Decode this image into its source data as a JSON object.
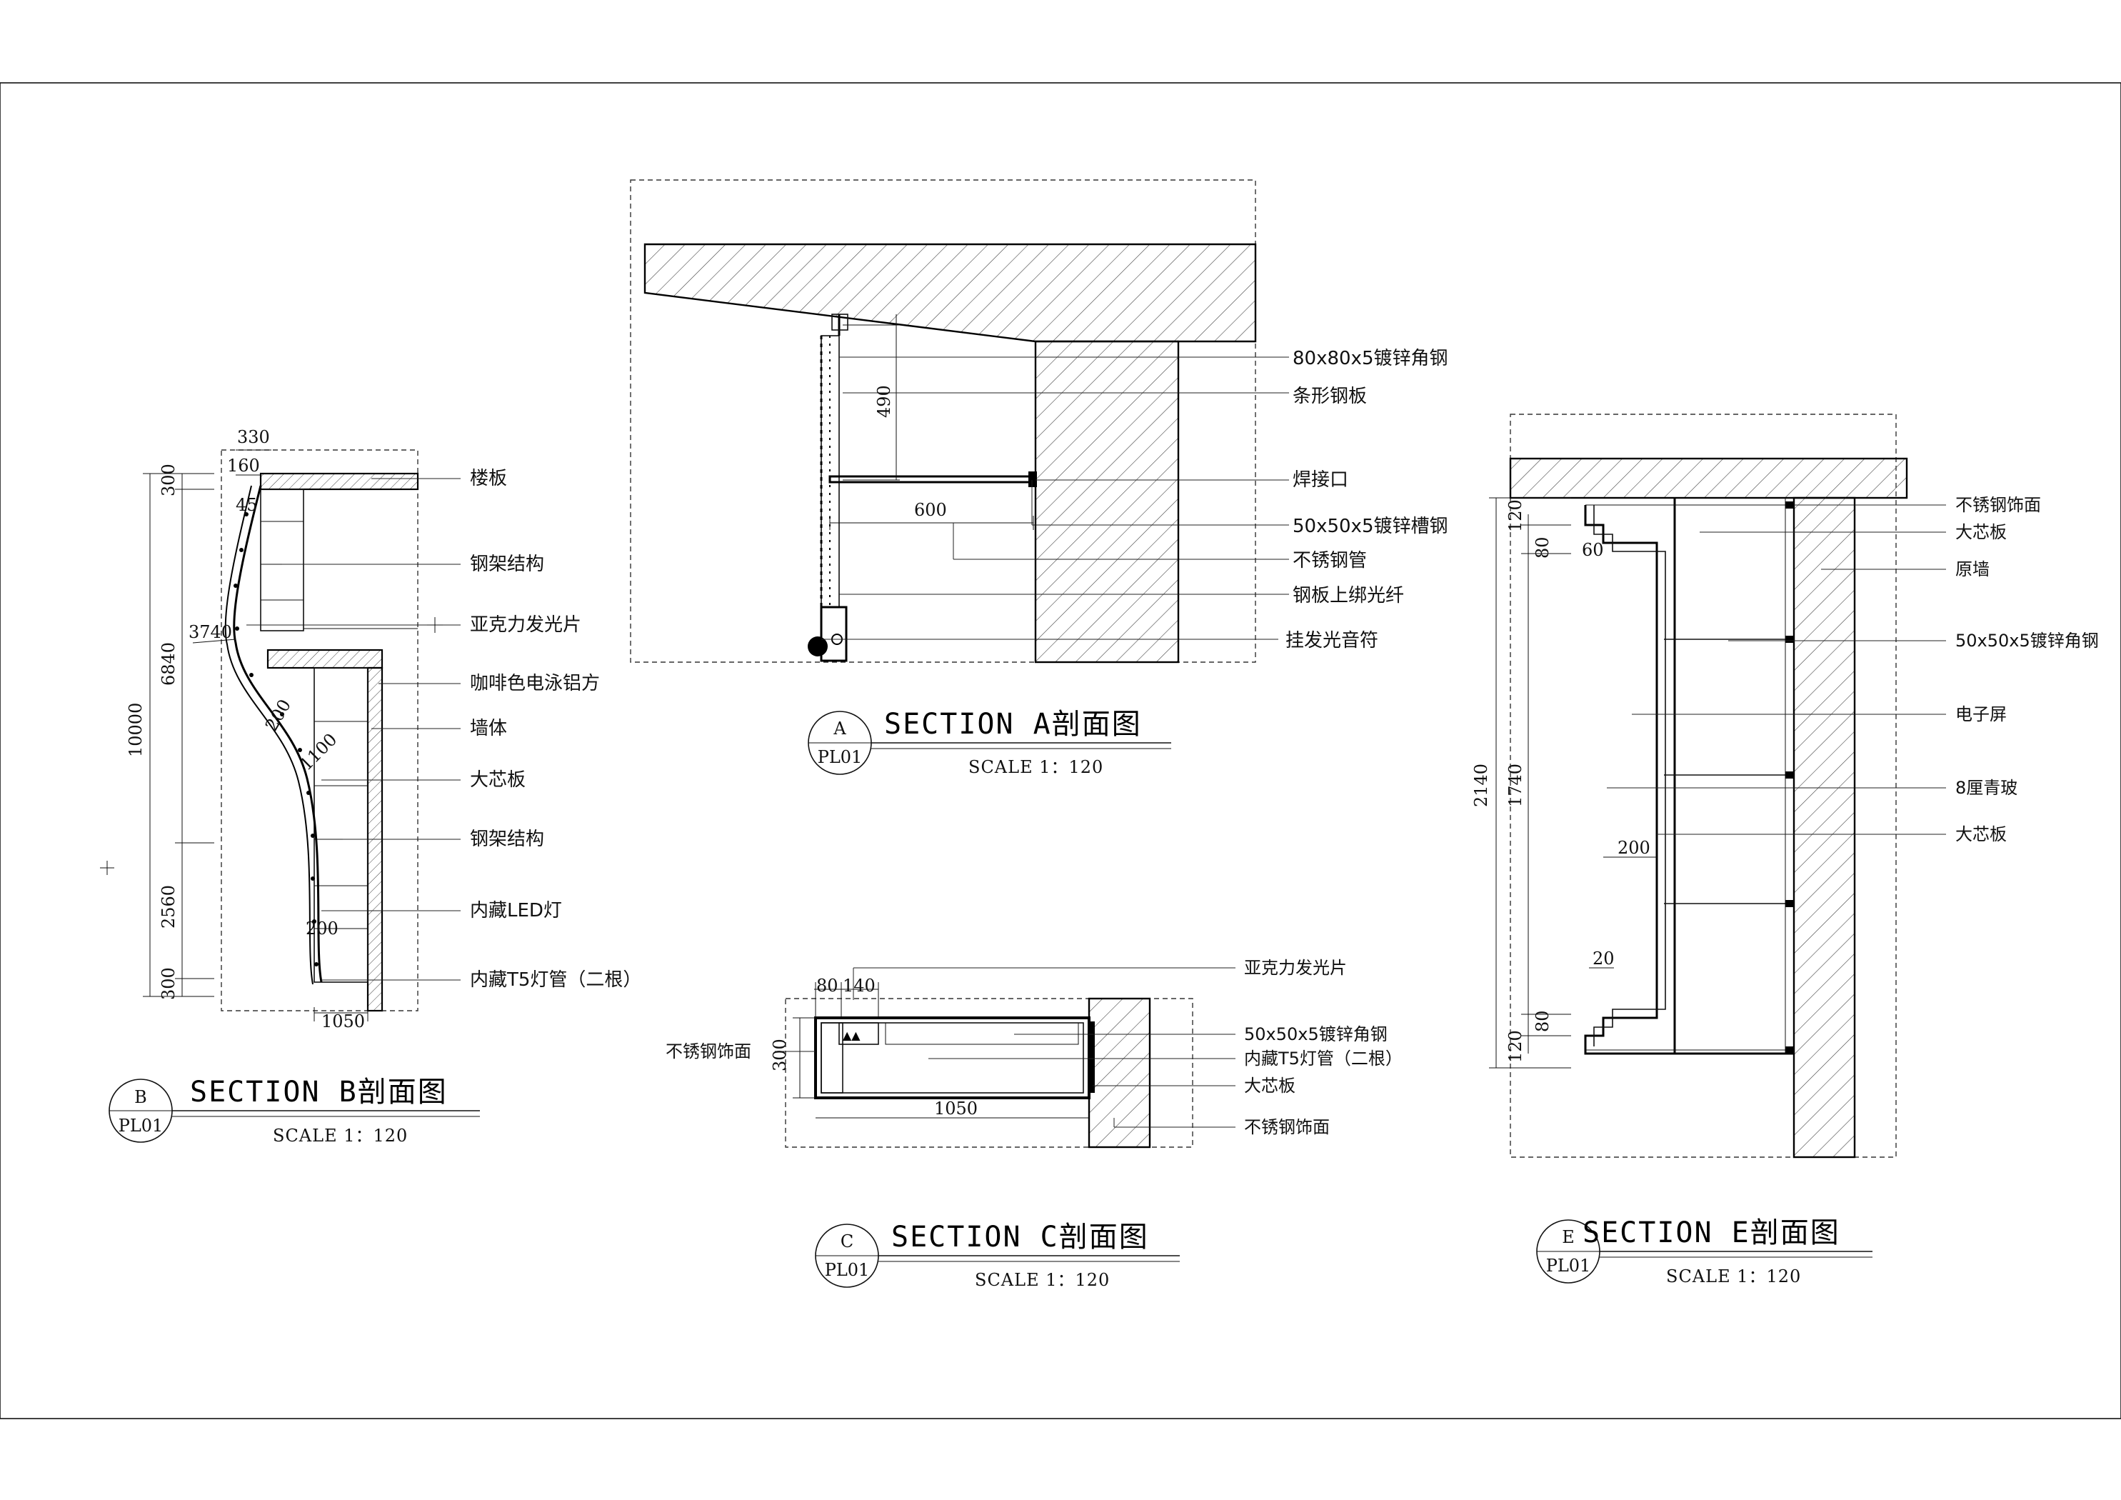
{
  "sections": {
    "a": {
      "symbol_letter": "A",
      "symbol_sheet": "PL01",
      "title": "SECTION  A剖面图",
      "scale": "SCALE 1：120",
      "labels": [
        "80x80x5镀锌角钢",
        "条形钢板",
        "焊接口",
        "50x50x5镀锌槽钢",
        "不锈钢管",
        "钢板上绑光纤",
        "挂发光音符"
      ],
      "dims": [
        "490",
        "600"
      ]
    },
    "b": {
      "symbol_letter": "B",
      "symbol_sheet": "PL01",
      "title": "SECTION  B剖面图",
      "scale": "SCALE 1：120",
      "labels": [
        "楼板",
        "钢架结构",
        "亚克力发光片",
        "咖啡色电泳铝方",
        "墙体",
        "大芯板",
        "钢架结构",
        "内藏LED灯",
        "内藏T5灯管（二根）"
      ],
      "dims": [
        "330",
        "160",
        "45",
        "300",
        "6840",
        "10000",
        "2560",
        "300",
        "3740",
        "200",
        "1100",
        "200",
        "1050"
      ]
    },
    "c": {
      "symbol_letter": "C",
      "symbol_sheet": "PL01",
      "title": "SECTION  C剖面图",
      "scale": "SCALE 1：120",
      "labels": [
        "亚克力发光片",
        "50x50x5镀锌角钢",
        "内藏T5灯管（二根）",
        "大芯板",
        "不锈钢饰面",
        "不锈钢饰面"
      ],
      "dims": [
        "80",
        "140",
        "300",
        "1050"
      ]
    },
    "e": {
      "symbol_letter": "E",
      "symbol_sheet": "PL01",
      "title": "SECTION  E剖面图",
      "scale": "SCALE 1：120",
      "labels": [
        "不锈钢饰面",
        "大芯板",
        "原墙",
        "50x50x5镀锌角钢",
        "电子屏",
        "8厘青玻",
        "大芯板"
      ],
      "dims": [
        "120",
        "80",
        "60",
        "2140",
        "1740",
        "200",
        "20",
        "80",
        "120"
      ]
    }
  }
}
